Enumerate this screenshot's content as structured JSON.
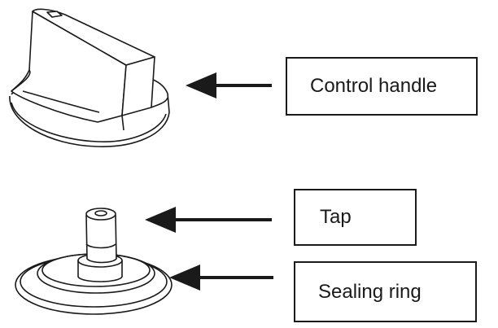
{
  "labels": {
    "control_handle": "Control handle",
    "tap": "Tap",
    "sealing_ring": "Sealing ring"
  },
  "colors": {
    "line": "#1a1a1a",
    "background": "#ffffff"
  }
}
